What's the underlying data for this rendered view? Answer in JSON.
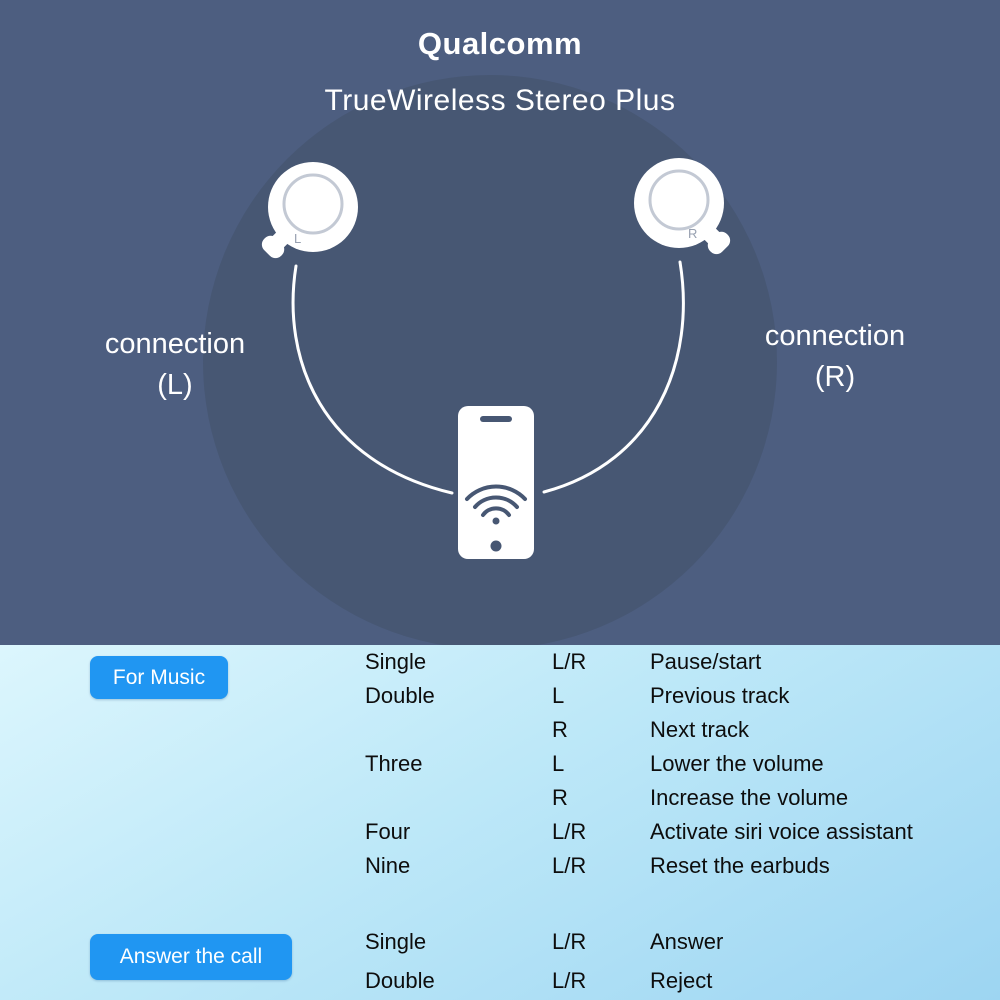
{
  "header": {
    "title": "Qualcomm",
    "subtitle": "TrueWireless Stereo Plus",
    "connection_left_line1": "connection",
    "connection_left_line2": "(L)",
    "connection_right_line1": "connection",
    "connection_right_line2": "(R)",
    "earbud_left_label": "L",
    "earbud_right_label": "R"
  },
  "colors": {
    "top_background": "#4d5e80",
    "circle_background": "#475773",
    "badge_blue": "#2096f2",
    "illustration_white": "#ffffff",
    "bottom_gradient_start": "#dcf6fd",
    "bottom_gradient_end": "#9dd5f2",
    "body_text": "#0d0d0d"
  },
  "music_section": {
    "badge": "For Music",
    "rows": [
      {
        "gesture": "Single",
        "side": "L/R",
        "action": "Pause/start"
      },
      {
        "gesture": "Double",
        "side": "L",
        "action": "Previous track"
      },
      {
        "gesture": "",
        "side": "R",
        "action": "Next track"
      },
      {
        "gesture": "Three",
        "side": "L",
        "action": "Lower the volume"
      },
      {
        "gesture": "",
        "side": "R",
        "action": "Increase the volume"
      },
      {
        "gesture": "Four",
        "side": "L/R",
        "action": "Activate siri voice assistant"
      },
      {
        "gesture": "Nine",
        "side": "L/R",
        "action": "Reset the earbuds"
      }
    ]
  },
  "call_section": {
    "badge": "Answer the call",
    "rows": [
      {
        "gesture": "Single",
        "side": "L/R",
        "action": "Answer"
      },
      {
        "gesture": "Double",
        "side": "L/R",
        "action": "Reject"
      }
    ]
  }
}
